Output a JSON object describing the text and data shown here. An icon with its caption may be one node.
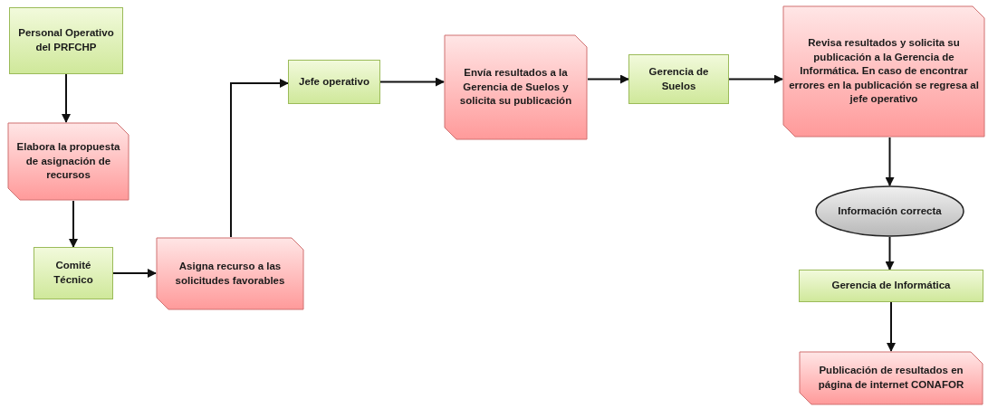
{
  "diagram": {
    "nodes": [
      {
        "text": [
          "Personal Operativo del PRFCHP"
        ]
      },
      {
        "text": [
          "Elabora la propuesta de asignación de recursos"
        ]
      },
      {
        "text": [
          "Comité Técnico"
        ]
      },
      {
        "text": [
          "Asigna recurso a las solicitudes favorables"
        ]
      },
      {
        "text": [
          "Jefe operativo"
        ]
      },
      {
        "text": [
          "Envía resultados a la Gerencia de Suelos y solicita su publicación"
        ]
      },
      {
        "text": [
          "Gerencia de Suelos"
        ]
      },
      {
        "text": [
          "Revisa resultados y solicita su publicación a la Gerencia de Informática. En caso de encontrar errores en la publicación se regresa al jefe operativo"
        ]
      },
      {
        "text": [
          "Información correcta"
        ]
      },
      {
        "text": [
          "Gerencia de Informática"
        ]
      },
      {
        "text": [
          "Publicación de resultados en página de internet CONAFOR"
        ]
      }
    ],
    "edges": [
      {
        "from": 0,
        "to": 1,
        "arrow": "to"
      },
      {
        "from": 1,
        "to": 2,
        "arrow": "to"
      },
      {
        "from": 2,
        "to": 3,
        "arrow": "to"
      },
      {
        "from": 3,
        "to": 4,
        "arrow": "to"
      },
      {
        "from": 4,
        "to": 5,
        "arrow": "to"
      },
      {
        "from": 5,
        "to": 6,
        "arrow": "to"
      },
      {
        "from": 6,
        "to": 7,
        "arrow": "to"
      },
      {
        "from": 7,
        "to": 8,
        "arrow": "to"
      },
      {
        "from": 8,
        "to": 9,
        "arrow": "to"
      },
      {
        "from": 9,
        "to": 10,
        "arrow": "to"
      }
    ]
  }
}
